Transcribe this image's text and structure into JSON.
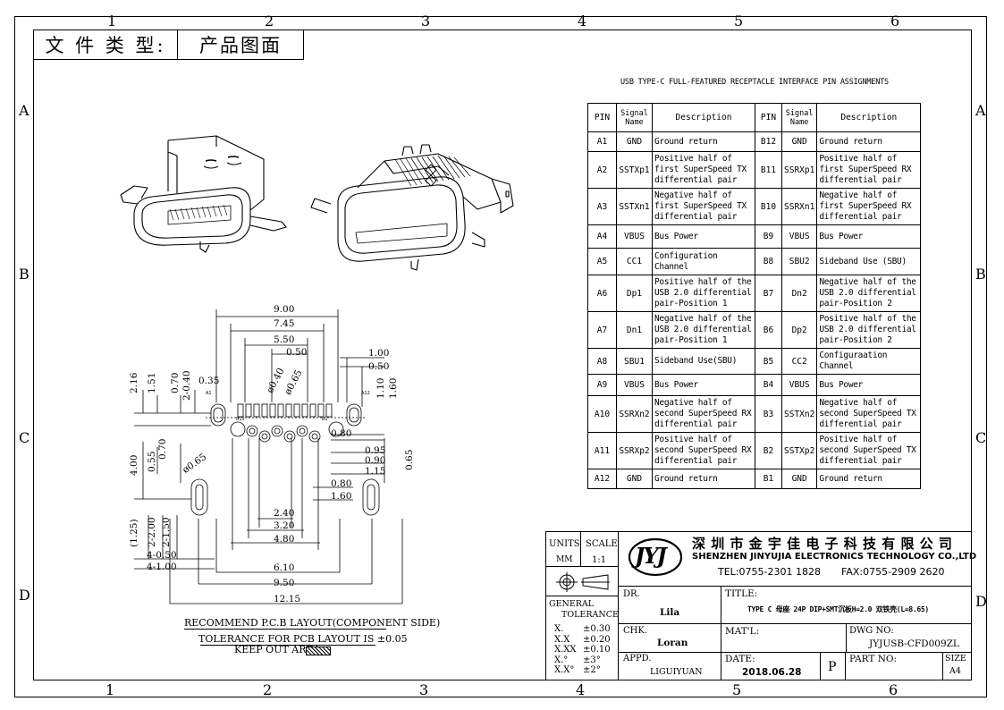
{
  "header": {
    "label": "文 件 类 型:",
    "value": "产品图面"
  },
  "zones": {
    "top": [
      "1",
      "2",
      "3",
      "4",
      "5",
      "6"
    ],
    "bottom": [
      "1",
      "2",
      "3",
      "4",
      "5",
      "6"
    ],
    "left": [
      "A",
      "B",
      "C",
      "D"
    ],
    "right": [
      "A",
      "B",
      "C",
      "D"
    ]
  },
  "pin_table": {
    "title": "USB TYPE-C FULL-FEATURED RECEPTACLE INTERFACE PIN ASSIGNMENTS",
    "headers": {
      "pin": "PIN",
      "signal": "Signal Name",
      "description": "Description"
    },
    "rows": [
      {
        "pin_a": "A1",
        "sig_a": "GND",
        "desc_a": "Ground return",
        "pin_b": "B12",
        "sig_b": "GND",
        "desc_b": "Ground return"
      },
      {
        "pin_a": "A2",
        "sig_a": "SSTXp1",
        "desc_a": "Positive half of first SuperSpeed TX differential pair",
        "pin_b": "B11",
        "sig_b": "SSRXp1",
        "desc_b": "Positive half of first SuperSpeed RX differential pair"
      },
      {
        "pin_a": "A3",
        "sig_a": "SSTXn1",
        "desc_a": "Negative half of first SuperSpeed TX differential pair",
        "pin_b": "B10",
        "sig_b": "SSRXn1",
        "desc_b": "Negative half of first SuperSpeed RX differential pair"
      },
      {
        "pin_a": "A4",
        "sig_a": "VBUS",
        "desc_a": "Bus Power",
        "pin_b": "B9",
        "sig_b": "VBUS",
        "desc_b": "Bus Power"
      },
      {
        "pin_a": "A5",
        "sig_a": "CC1",
        "desc_a": "Configuration Channel",
        "pin_b": "B8",
        "sig_b": "SBU2",
        "desc_b": "Sideband Use (SBU)"
      },
      {
        "pin_a": "A6",
        "sig_a": "Dp1",
        "desc_a": "Positive half of the USB 2.0 differential pair-Position 1",
        "pin_b": "B7",
        "sig_b": "Dn2",
        "desc_b": "Negative half of the USB 2.0 differential pair-Position 2"
      },
      {
        "pin_a": "A7",
        "sig_a": "Dn1",
        "desc_a": "Negative half of the USB 2.0 differential pair-Position 1",
        "pin_b": "B6",
        "sig_b": "Dp2",
        "desc_b": "Positive half of the USB 2.0 differential pair-Position 2"
      },
      {
        "pin_a": "A8",
        "sig_a": "SBU1",
        "desc_a": "Sideband Use(SBU)",
        "pin_b": "B5",
        "sig_b": "CC2",
        "desc_b": "Configuraation Channel"
      },
      {
        "pin_a": "A9",
        "sig_a": "VBUS",
        "desc_a": "Bus Power",
        "pin_b": "B4",
        "sig_b": "VBUS",
        "desc_b": "Bus Power"
      },
      {
        "pin_a": "A10",
        "sig_a": "SSRXn2",
        "desc_a": "Negative half of second SuperSpeed RX differential pair",
        "pin_b": "B3",
        "sig_b": "SSTXn2",
        "desc_b": "Negative half of second SuperSpeed TX differential pair"
      },
      {
        "pin_a": "A11",
        "sig_a": "SSRXp2",
        "desc_a": "Positive half of second SuperSpeed RX differential pair",
        "pin_b": "B2",
        "sig_b": "SSTXp2",
        "desc_b": "Positive half of second SuperSpeed TX differential pair"
      },
      {
        "pin_a": "A12",
        "sig_a": "GND",
        "desc_a": "Ground return",
        "pin_b": "B1",
        "sig_b": "GND",
        "desc_b": "Ground return"
      }
    ]
  },
  "dimensions": {
    "top": [
      "9.00",
      "7.45",
      "5.50",
      "0.50"
    ],
    "top_right": [
      "1.00",
      "0.50"
    ],
    "left_v": [
      "2.16",
      "1.51",
      "0.70",
      "2-0.40",
      "0.35"
    ],
    "pad_holes": [
      "ø0.40",
      "ø0.65"
    ],
    "right_v": [
      "1.10",
      "1.60"
    ],
    "pin_labels": [
      "A1",
      "A12",
      "B12",
      "B1"
    ],
    "left_v2": [
      "4.00",
      "0.55",
      "0.70",
      "ø0.65"
    ],
    "right_mid": [
      "0.80",
      "0.95",
      "0.90",
      "1.15",
      "0.65"
    ],
    "slot": "1.60",
    "bottom_inner": [
      "2.40",
      "3.20",
      "4.80"
    ],
    "left_lower": [
      "(1.25)",
      "2-2.00",
      "2-1.50",
      "4-0.50",
      "4-1.00"
    ],
    "bottom": [
      "6.10",
      "9.50",
      "12.15"
    ]
  },
  "notes": {
    "layout_title": "RECOMMEND P.C.B LAYOUT(COMPONENT SIDE)",
    "tolerance": "TOLERANCE FOR PCB LAYOUT IS ±0.05",
    "keepout": "KEEP OUT AREA"
  },
  "title_block": {
    "units_label": "UNITS",
    "units_value": "MM",
    "scale_label": "SCALE",
    "scale_value": "1:1",
    "logo": "JYJ",
    "company_cn": "深 圳 市 金 宇 佳 电 子 科 技 有 限 公 司",
    "company_en": "SHENZHEN JINYUJIA ELECTRONICS TECHNOLOGY CO.,LTD",
    "tel": "TEL:0755-2301 1828",
    "fax": "FAX:0755-2909 2620",
    "general_tolerance": [
      "GENERAL",
      "TOLERANCE"
    ],
    "tolerances": [
      {
        "fmt": "X.",
        "val": "±0.30"
      },
      {
        "fmt": "X.X",
        "val": "±0.20"
      },
      {
        "fmt": "X.XX",
        "val": "±0.10"
      },
      {
        "fmt": "X.°",
        "val": "±3°"
      },
      {
        "fmt": "X.X°",
        "val": "±2°"
      }
    ],
    "dr_label": "DR.",
    "dr_value": "Lila",
    "chk_label": "CHK.",
    "chk_value": "Loran",
    "appd_label": "APPD.",
    "appd_value": "LIGUIYUAN",
    "title_label": "TITLE:",
    "title_value": "TYPE C 母座 24P DIP+SMT沉板H=2.0 双铁壳(L=8.65)",
    "mat_label": "MAT'L:",
    "dwg_label": "DWG NO:",
    "dwg_value": "JYJUSB-CFD009ZL",
    "date_label": "DATE:",
    "date_value": "2018.06.28",
    "rev": "P",
    "part_label": "PART NO:",
    "size_label": "SIZE",
    "size_value": "A4"
  }
}
